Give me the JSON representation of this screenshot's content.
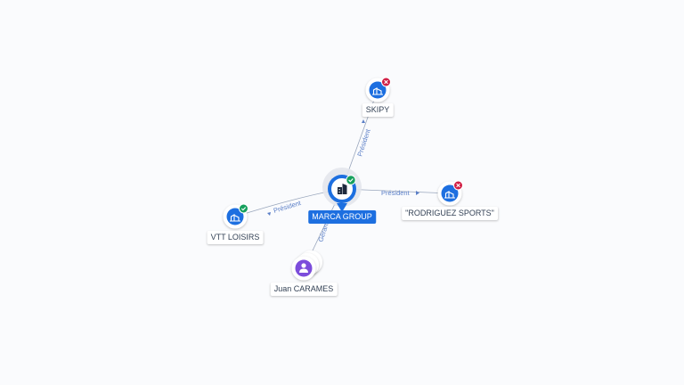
{
  "graph": {
    "central": {
      "label": "MARCA GROUP",
      "status": "active"
    },
    "nodes": [
      {
        "id": "skipy",
        "label": "SKIPY",
        "type": "company",
        "status": "closed"
      },
      {
        "id": "rodriguez",
        "label": "\"RODRIGUEZ SPORTS\"",
        "type": "company",
        "status": "closed"
      },
      {
        "id": "vtt",
        "label": "VTT LOISIRS",
        "type": "company",
        "status": "active"
      },
      {
        "id": "juan",
        "label": "Juan CARAMES",
        "type": "person",
        "status": "none"
      }
    ],
    "edges": [
      {
        "to": "skipy",
        "label": "Président"
      },
      {
        "to": "rodriguez",
        "label": "Président"
      },
      {
        "to": "vtt",
        "label": "Président"
      },
      {
        "to": "juan",
        "label": "Gérant"
      }
    ]
  },
  "colors": {
    "primary": "#1d6fe0",
    "active": "#16a05d",
    "closed": "#d11f45",
    "person": "#7c4ddb",
    "edge": "#5b7fc7"
  }
}
